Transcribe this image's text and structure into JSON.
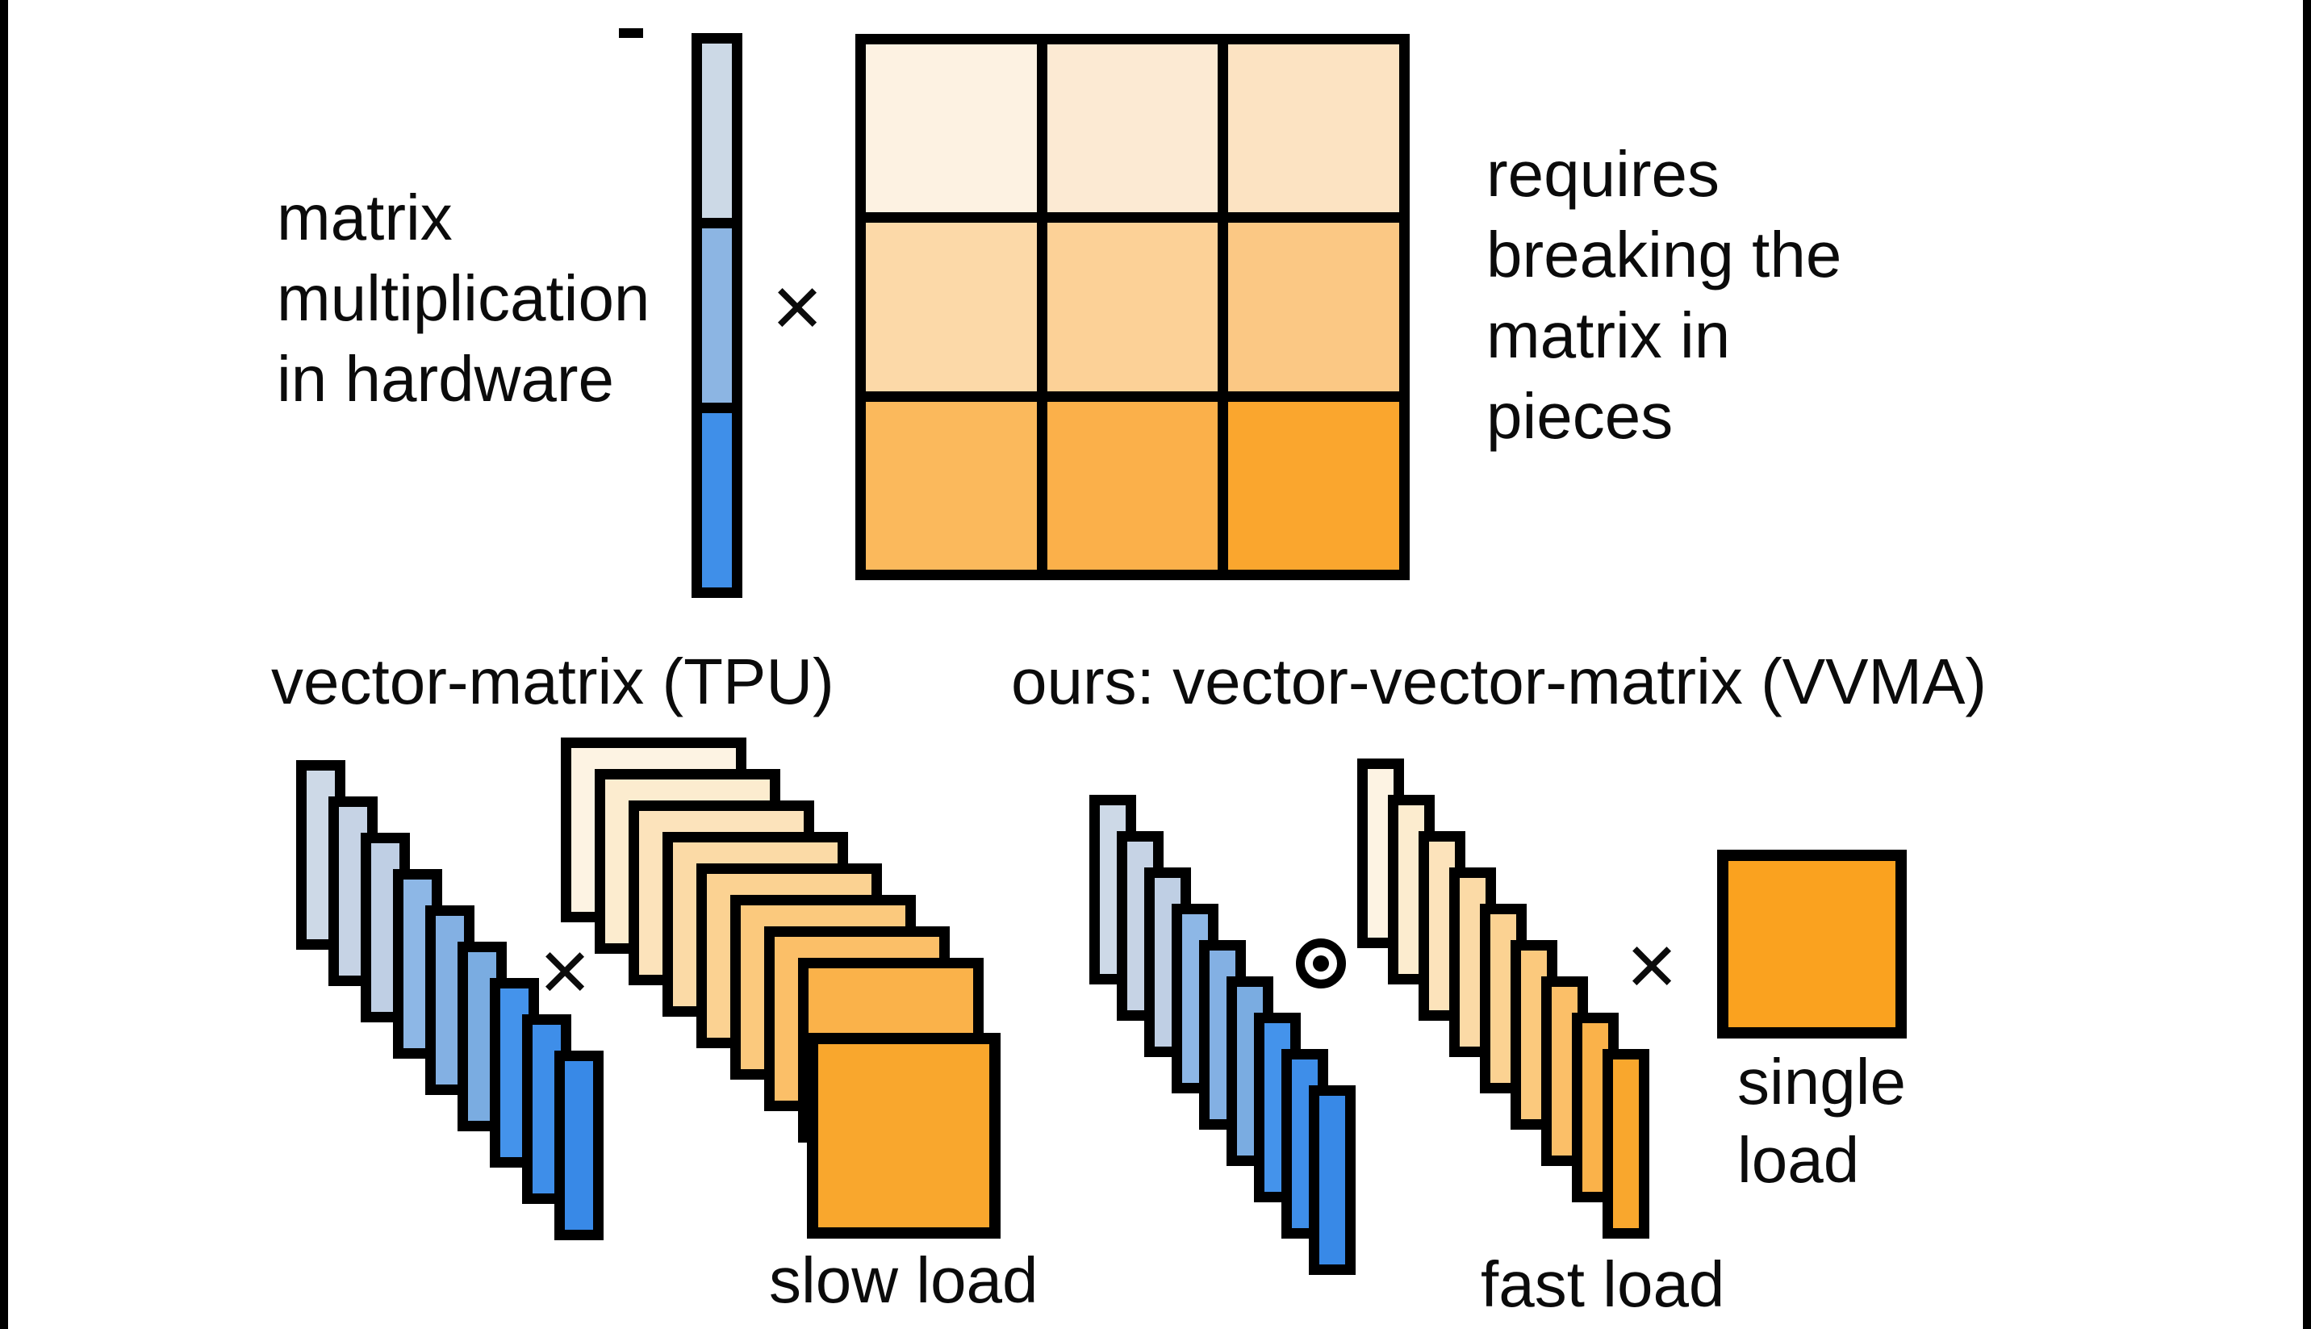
{
  "letterbox_color": "#000000",
  "top": {
    "caption_left": {
      "lines": [
        "matrix",
        "multiplication",
        "in hardware"
      ]
    },
    "times_symbol": "×",
    "input_vector": {
      "segment_colors": [
        "#ccd9e6",
        "#8cb5e3",
        "#3f8fe9"
      ]
    },
    "weight_matrix": {
      "cell_colors": [
        "#fdf2e2",
        "#fcead3",
        "#fce3c2",
        "#fcd9a8",
        "#fcd197",
        "#fbc884",
        "#fbb95c",
        "#fbb04a",
        "#faa62e"
      ]
    },
    "caption_right": {
      "lines": [
        "requires",
        "breaking the",
        "matrix in",
        "pieces"
      ]
    }
  },
  "bottom": {
    "tpu": {
      "title": "vector-matrix (TPU)",
      "vector_slice_colors": [
        "#cdd9e7",
        "#c6d3e5",
        "#bfcfe4",
        "#8db7e6",
        "#83b0e3",
        "#7aace1",
        "#4493eb",
        "#3e8ee9",
        "#3889e7"
      ],
      "times_symbol": "×",
      "weight_tile_colors": [
        "#fdf3e3",
        "#fceccf",
        "#fce3bb",
        "#fbdaa6",
        "#fbd292",
        "#fbc97d",
        "#fbbf68",
        "#fab24a",
        "#f9a72d"
      ],
      "caption": "slow load"
    },
    "vvma": {
      "title": "ours: vector-vector-matrix (VVMA)",
      "vector_slice_colors": [
        "#cdd9e7",
        "#c6d3e5",
        "#bfcfe4",
        "#8db7e6",
        "#83b0e3",
        "#7aace1",
        "#4493eb",
        "#3e8ee9",
        "#3889e7"
      ],
      "hadamard_symbol": "⊙",
      "weight_vector_colors": [
        "#fdf3e3",
        "#fceccf",
        "#fce3bb",
        "#fbdaa6",
        "#fbd292",
        "#fbc97d",
        "#fbbf68",
        "#fab24a",
        "#f9a72d"
      ],
      "times_symbol": "×",
      "single_tile_color": "#faa21f",
      "single_tile_label": {
        "lines": [
          "single",
          "load"
        ]
      },
      "caption": "fast load"
    }
  }
}
